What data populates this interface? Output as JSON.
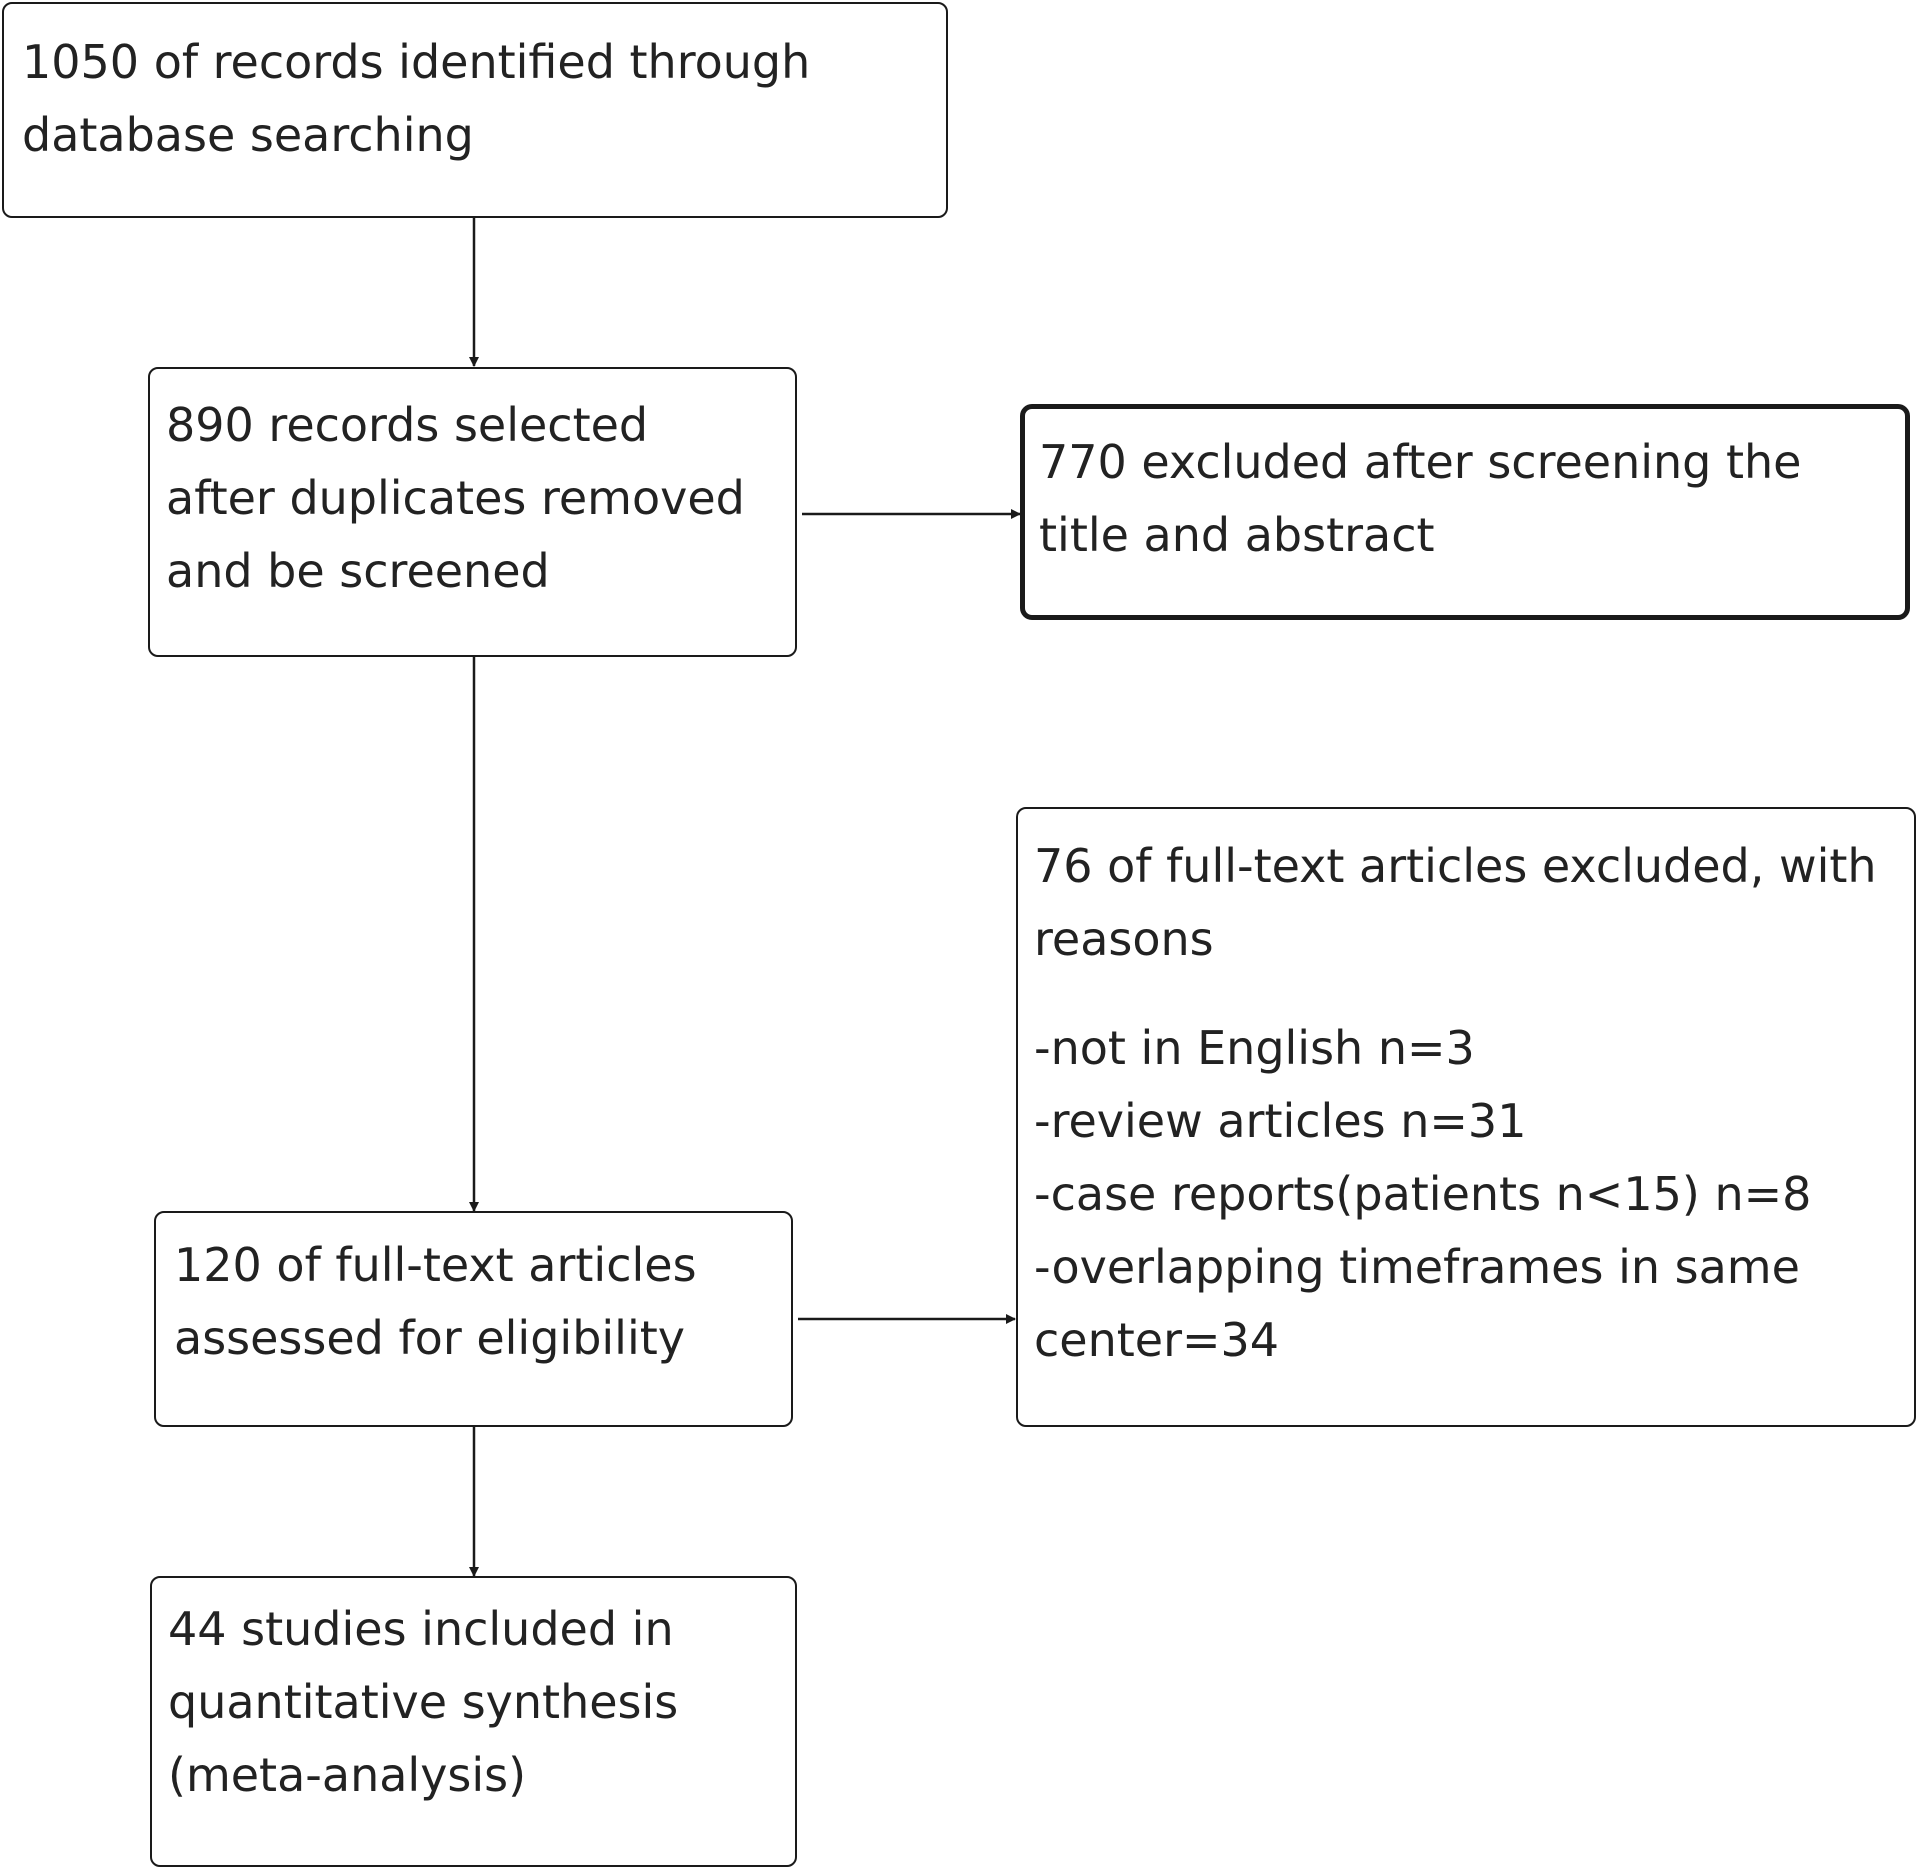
{
  "boxes": {
    "identified": {
      "lines": [
        "1050 of records identified through",
        "database searching"
      ]
    },
    "screened": {
      "lines": [
        "890 records selected",
        "after duplicates removed",
        "and be screened"
      ]
    },
    "excluded_title": {
      "lines": [
        "770 excluded after screening the",
        "title and abstract"
      ]
    },
    "assessed": {
      "lines": [
        "120 of full-text articles",
        "assessed for eligibility"
      ]
    },
    "excluded_fulltext": {
      "heading": [
        "76 of full-text articles excluded, with",
        "reasons"
      ],
      "reasons": [
        "-not in English n=3",
        "-review articles n=31",
        "-case reports(patients n<15) n=8",
        "-overlapping timeframes in same",
        "center=34"
      ]
    },
    "included": {
      "lines": [
        "44 studies included in",
        "quantitative synthesis",
        "(meta-analysis)"
      ]
    }
  }
}
